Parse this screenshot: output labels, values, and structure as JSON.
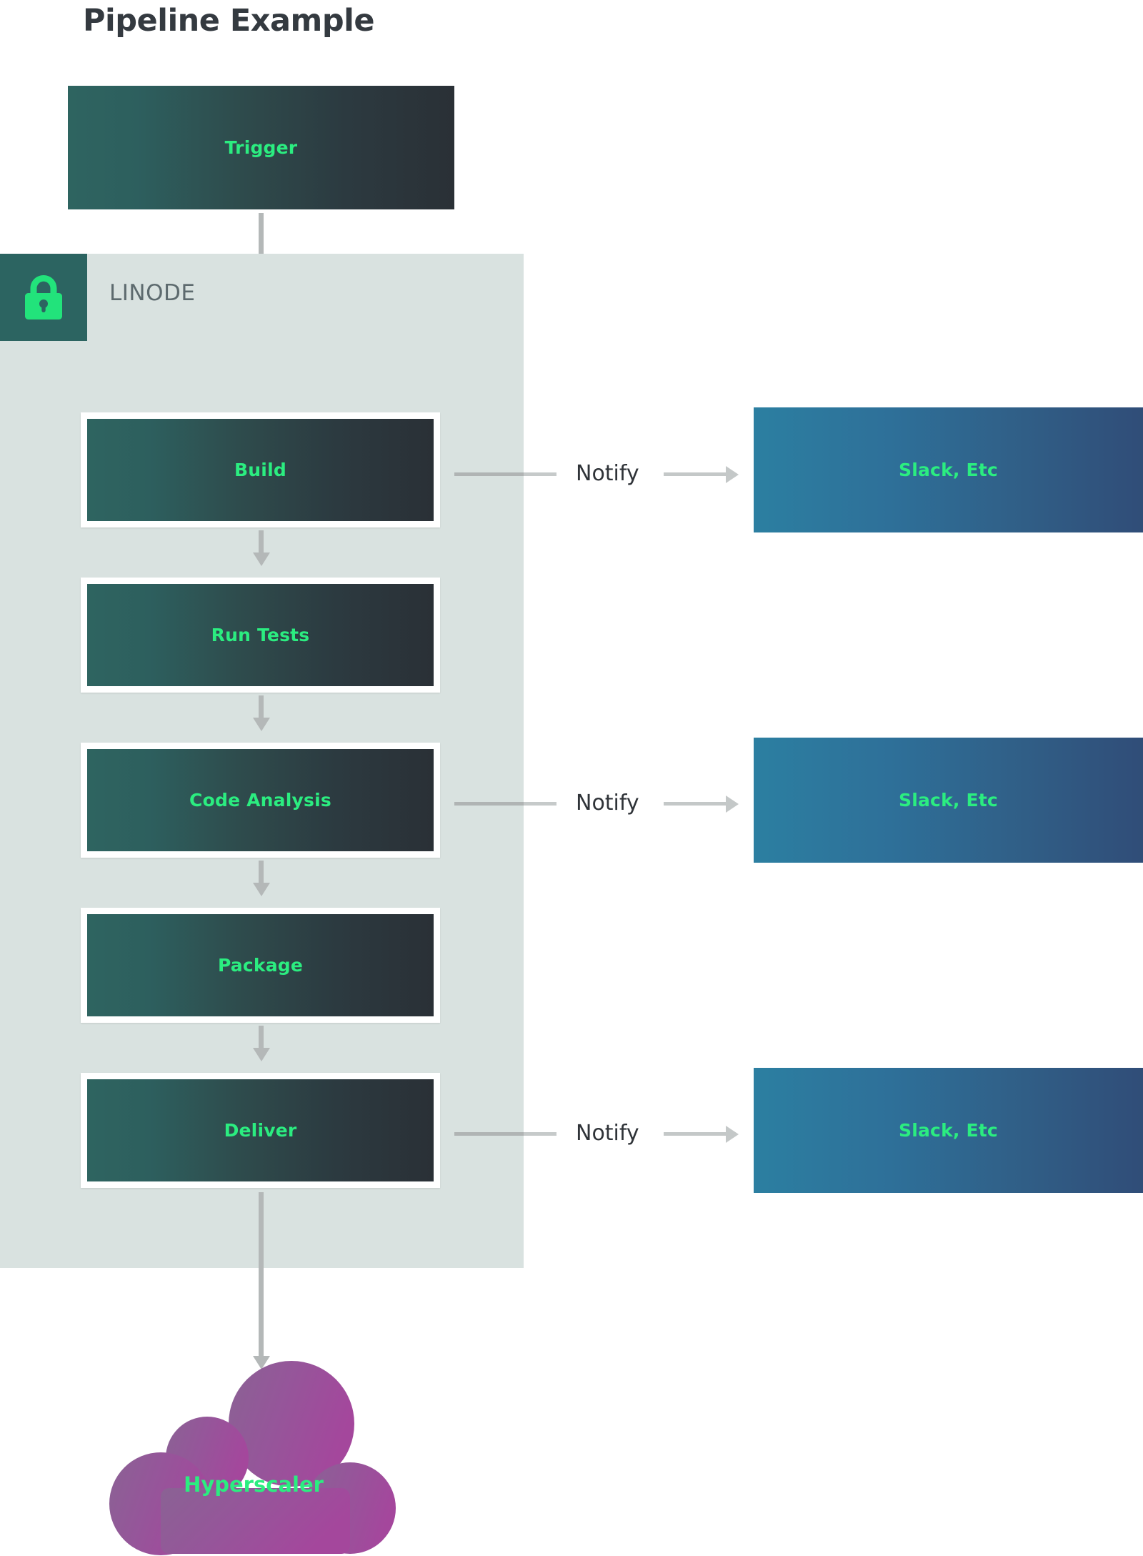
{
  "diagram": {
    "title": "Pipeline Example",
    "zone": {
      "label": "LINODE",
      "icon": "lock-icon"
    },
    "trigger": {
      "label": "Trigger"
    },
    "stages": [
      {
        "label": "Build"
      },
      {
        "label": "Run Tests"
      },
      {
        "label": "Code Analysis"
      },
      {
        "label": "Package"
      },
      {
        "label": "Deliver"
      }
    ],
    "notifications": [
      {
        "label": "Notify",
        "target": "Slack, Etc"
      },
      {
        "label": "Notify",
        "target": "Slack, Etc"
      },
      {
        "label": "Notify",
        "target": "Slack, Etc"
      }
    ],
    "destination": {
      "label": "Hyperscaler",
      "shape": "cloud"
    },
    "colors": {
      "accent_green": "#2bed80",
      "zone_background": "#d9e2e0",
      "badge_teal": "#2c6461",
      "node_gradient_start": "#2e6460",
      "node_gradient_end": "#2a3036",
      "notify_gradient_start": "#2c7fa1",
      "notify_gradient_end": "#304d78",
      "cloud_gradient_start": "#8c5d93",
      "cloud_gradient_end": "#a2479b",
      "arrow_gray": "#b4b8b8",
      "title_color": "#343a40",
      "zone_label_color": "#5d6a6e"
    }
  }
}
